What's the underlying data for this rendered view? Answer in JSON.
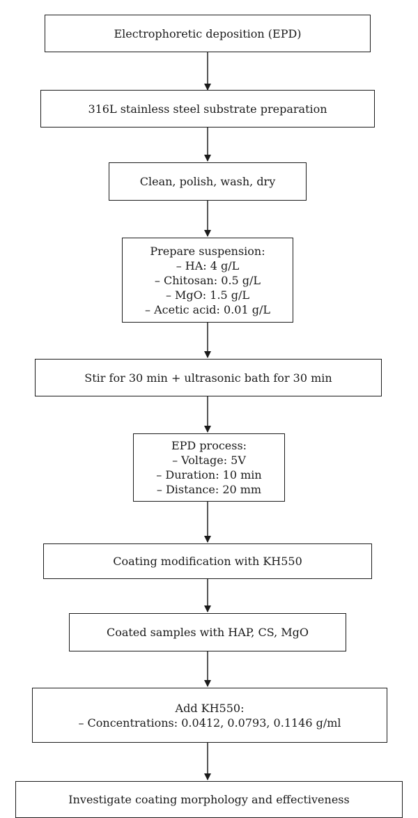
{
  "steps": [
    {
      "lines": [
        "Electrophoretic deposition (EPD)"
      ]
    },
    {
      "lines": [
        "316L stainless steel substrate preparation"
      ]
    },
    {
      "lines": [
        "Clean, polish, wash, dry"
      ]
    },
    {
      "lines": [
        "Prepare suspension:",
        "– HA: 4 g/L",
        "– Chitosan: 0.5 g/L",
        "– MgO: 1.5 g/L",
        "– Acetic acid: 0.01 g/L"
      ]
    },
    {
      "lines": [
        "Stir for 30 min + ultrasonic bath for 30 min"
      ]
    },
    {
      "lines": [
        "EPD process:",
        "– Voltage: 5V",
        "– Duration: 10 min",
        "– Distance: 20 mm"
      ]
    },
    {
      "lines": [
        "Coating modification with KH550"
      ]
    },
    {
      "lines": [
        "Coated samples with HAP, CS, MgO"
      ]
    },
    {
      "lines": [
        "Add KH550:",
        "– Concentrations: 0.0412, 0.0793, 0.1146 g/ml"
      ]
    },
    {
      "lines": [
        "Investigate coating morphology and effectiveness"
      ]
    }
  ]
}
